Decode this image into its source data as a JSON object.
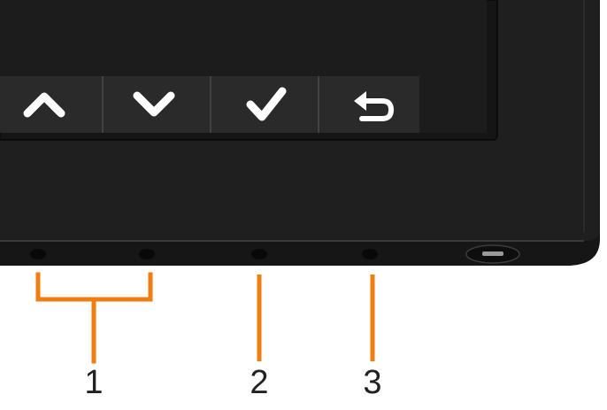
{
  "colors": {
    "bezel": "#1f1f1f",
    "bezel_bottom": "#161616",
    "bezel_edge": "#3a3a3a",
    "screen": "#151515",
    "osd_bar": "#2a2a2a",
    "osd_divider": "#4a4a4a",
    "icon": "#ffffff",
    "callout": "#f07d11",
    "label": "#222222"
  },
  "osd_buttons": [
    {
      "icon": "chevron-up-icon",
      "function": "up"
    },
    {
      "icon": "chevron-down-icon",
      "function": "down"
    },
    {
      "icon": "checkmark-icon",
      "function": "select"
    },
    {
      "icon": "back-arrow-icon",
      "function": "back"
    }
  ],
  "callouts": [
    {
      "number": "1"
    },
    {
      "number": "2"
    },
    {
      "number": "3"
    }
  ],
  "power_button": {
    "icon": "power-button-icon"
  }
}
